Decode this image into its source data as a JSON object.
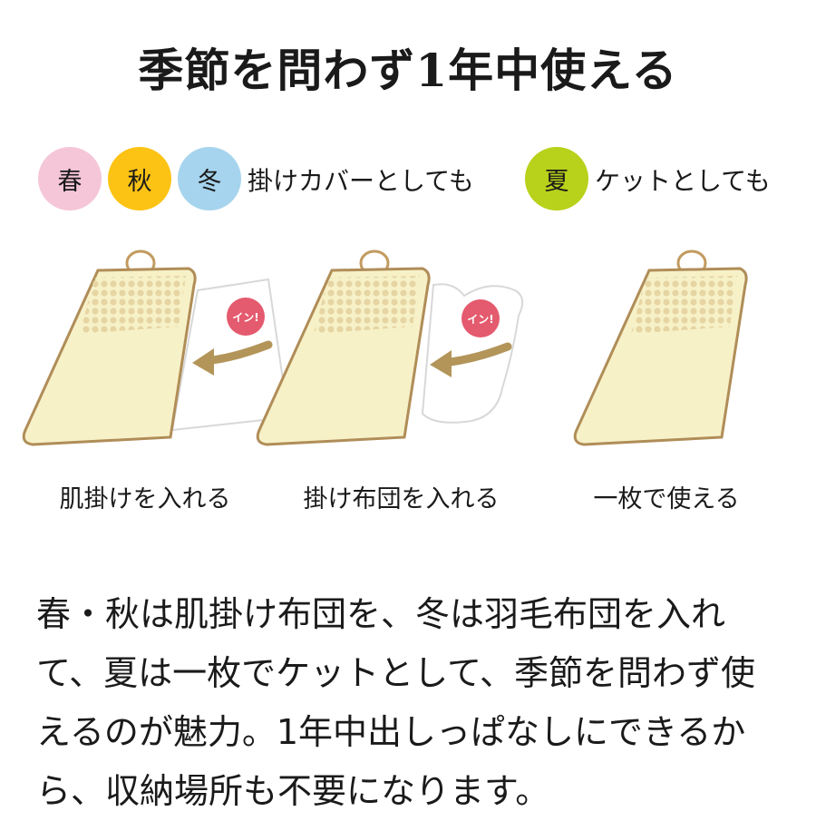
{
  "title": "季節を問わず1年中使える",
  "seasons": {
    "spring": "春",
    "autumn": "秋",
    "winter": "冬",
    "summer": "夏",
    "cover_usage": "掛けカバーとしても",
    "summer_usage": "ケットとしても"
  },
  "colors": {
    "spring": "#f5c6d8",
    "autumn": "#fcc314",
    "winter": "#a6d4ee",
    "summer": "#b8d11a",
    "badge": "#e45a6e",
    "arrow": "#b3955a",
    "futon_fill": "#f7f1c8",
    "futon_stroke": "#b08d58"
  },
  "badges": [
    "イン!",
    "イン!"
  ],
  "captions": [
    "肌掛けを入れる",
    "掛け布団を入れる",
    "一枚で使える"
  ],
  "description": "春・秋は肌掛け布団を、冬は羽毛布団を入れて、夏は一枚でケットとして、季節を問わず使えるのが魅力。1年中出しっぱなしにできるから、収納場所も不要になります。"
}
